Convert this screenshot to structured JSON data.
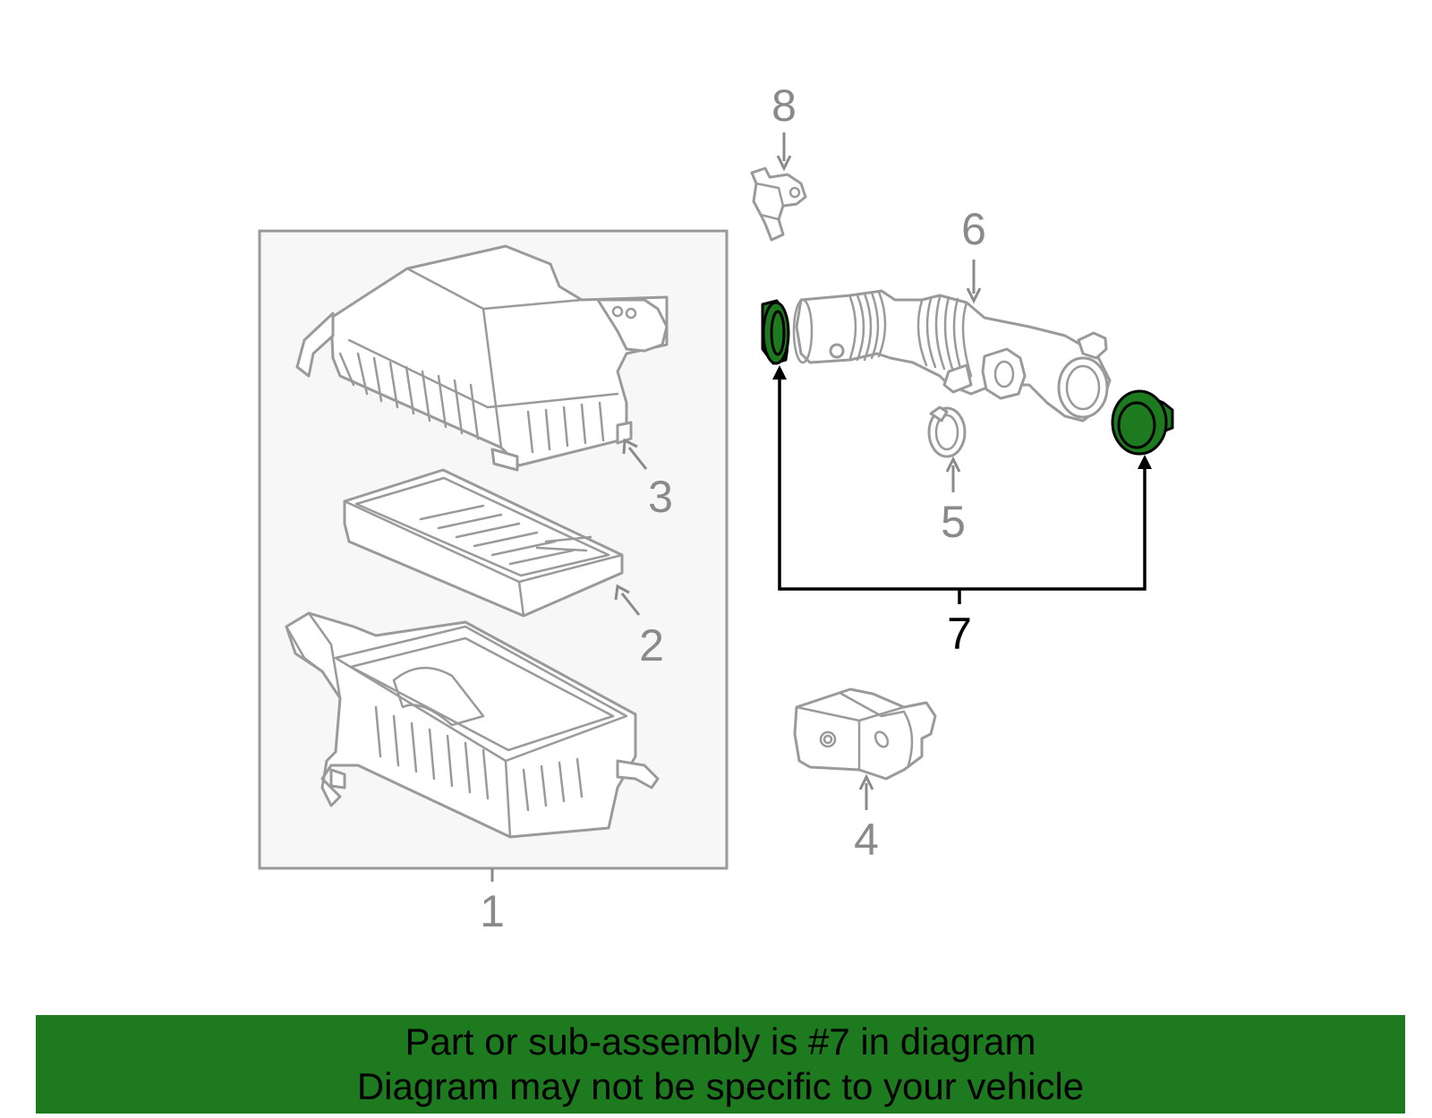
{
  "colors": {
    "highlight": "#1e7a1e",
    "banner": "#1e7a1e",
    "part_outline": "#9a9a9a",
    "assembly_box_fill": "#f7f7f7"
  },
  "callouts": {
    "c1": "1",
    "c2": "2",
    "c3": "3",
    "c4": "4",
    "c5": "5",
    "c6": "6",
    "c7": "7",
    "c8": "8"
  },
  "banner": {
    "line1": "Part or sub-assembly is #7 in diagram",
    "line2": "Diagram may not be specific to your vehicle"
  }
}
